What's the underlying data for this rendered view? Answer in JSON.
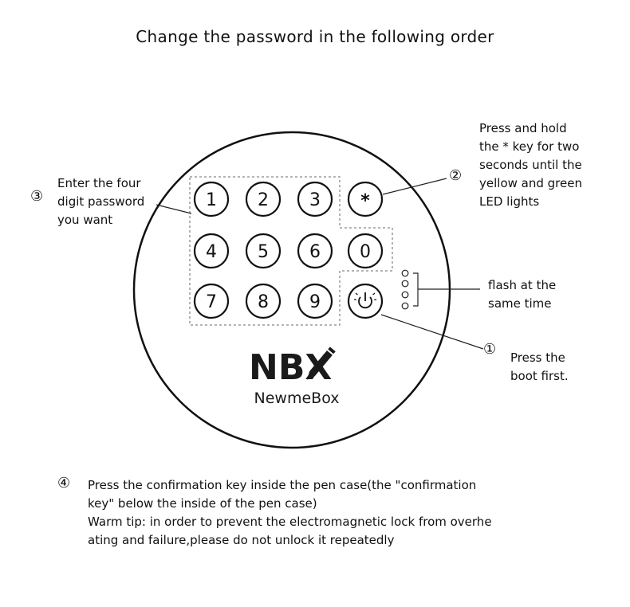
{
  "title": "Change the password in the following order",
  "keypad": {
    "keys": [
      "1",
      "2",
      "3",
      "*",
      "4",
      "5",
      "6",
      "0",
      "7",
      "8",
      "9",
      "power"
    ]
  },
  "brand": {
    "logo": "NBX",
    "name": "NewmeBox"
  },
  "steps": {
    "s1": {
      "marker": "①",
      "lines": [
        "Press the",
        "boot first."
      ]
    },
    "s2": {
      "marker": "②",
      "lines": [
        "Press and hold",
        "the * key for two",
        "seconds until the",
        "yellow and green",
        "LED lights"
      ]
    },
    "flash": {
      "lines": [
        "flash at the",
        "same time"
      ]
    },
    "s3": {
      "marker": "③",
      "lines": [
        "Enter the four",
        "digit password",
        "you want"
      ]
    },
    "s4": {
      "marker": "④",
      "lines": [
        "Press the confirmation key inside the pen case(the \"confirmation",
        "key\" below the inside of the pen case)",
        "Warm tip: in order to prevent the electromagnetic lock from overhe",
        "ating and failure,please do not unlock it repeatedly"
      ]
    }
  },
  "icons": {
    "power_key": "power-icon",
    "pencil": "pencil-icon"
  }
}
